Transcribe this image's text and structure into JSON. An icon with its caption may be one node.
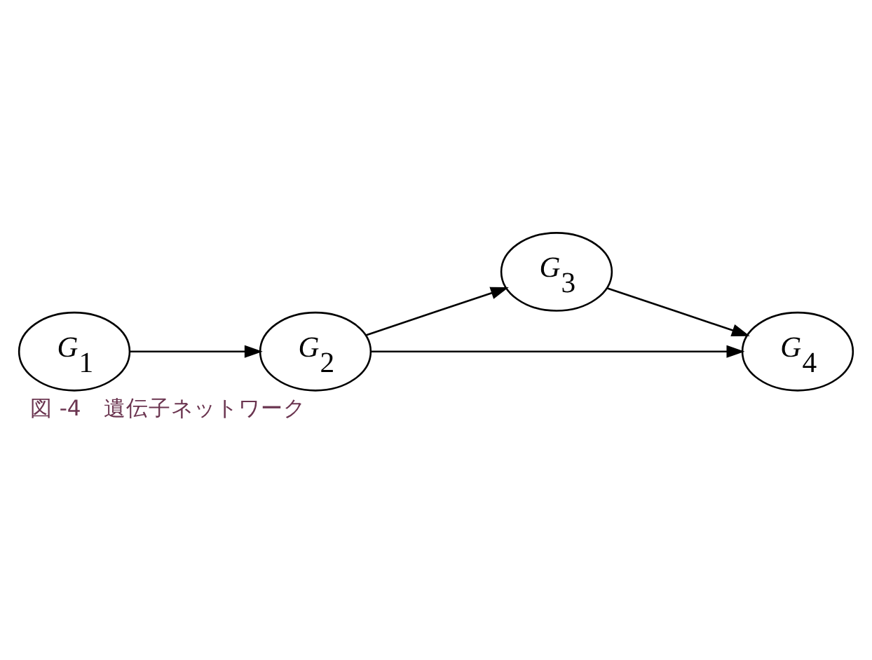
{
  "diagram": {
    "caption": "図 -4　遺伝子ネットワーク",
    "nodes": [
      {
        "text": [
          "*G*$_{1}$"
        ]
      },
      {
        "text": [
          "*G*$_{2}$"
        ]
      },
      {
        "text": [
          "*G*$_{3}$"
        ]
      },
      {
        "text": [
          "*G*$_{4}$"
        ]
      }
    ],
    "edges": [
      {
        "from": 0,
        "to": 1,
        "arrow": "to"
      },
      {
        "from": 1,
        "to": 3,
        "arrow": "to"
      },
      {
        "from": 1,
        "to": 2,
        "arrow": "to"
      },
      {
        "from": 2,
        "to": 3,
        "arrow": "to"
      }
    ]
  }
}
